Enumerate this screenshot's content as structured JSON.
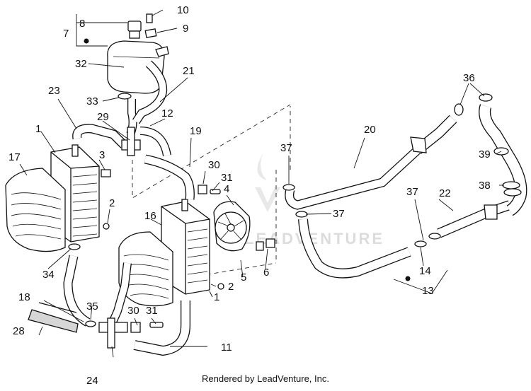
{
  "callouts": {
    "c1a": "1",
    "c1b": "1",
    "c2a": "2",
    "c2b": "2",
    "c3": "3",
    "c4": "4",
    "c5": "5",
    "c6": "6",
    "c7": "7",
    "c8": "8",
    "c9": "9",
    "c10": "10",
    "c11": "11",
    "c12": "12",
    "c13": "13",
    "c14": "14",
    "c16": "16",
    "c17": "17",
    "c18": "18",
    "c19": "19",
    "c20": "20",
    "c21": "21",
    "c22": "22",
    "c23": "23",
    "c24": "24",
    "c28": "28",
    "c29": "29",
    "c30a": "30",
    "c30b": "30",
    "c31a": "31",
    "c31b": "31",
    "c32": "32",
    "c33": "33",
    "c34": "34",
    "c35": "35",
    "c36": "36",
    "c37a": "37",
    "c37b": "37",
    "c37c": "37",
    "c38": "38",
    "c39": "39"
  },
  "watermark": "LEADVENTURE",
  "footer": "Rendered by LeadVenture, Inc."
}
